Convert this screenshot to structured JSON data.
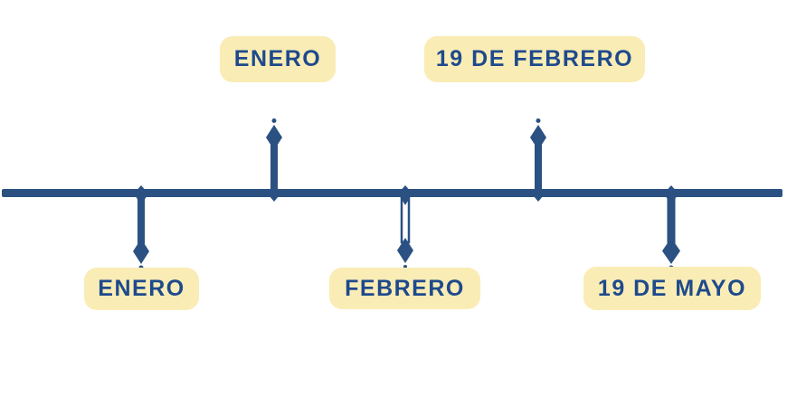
{
  "diagram": {
    "type": "timeline",
    "colors": {
      "line": "#2A5182",
      "label_background": "#FAECB5",
      "label_text": "#1E4A8C",
      "background": "#FFFFFF"
    },
    "events_above": [
      {
        "label": "ENERO"
      },
      {
        "label": "19 DE FEBRERO"
      }
    ],
    "events_below": [
      {
        "label": "ENERO"
      },
      {
        "label": "FEBRERO"
      },
      {
        "label": "19 DE MAYO"
      }
    ]
  }
}
